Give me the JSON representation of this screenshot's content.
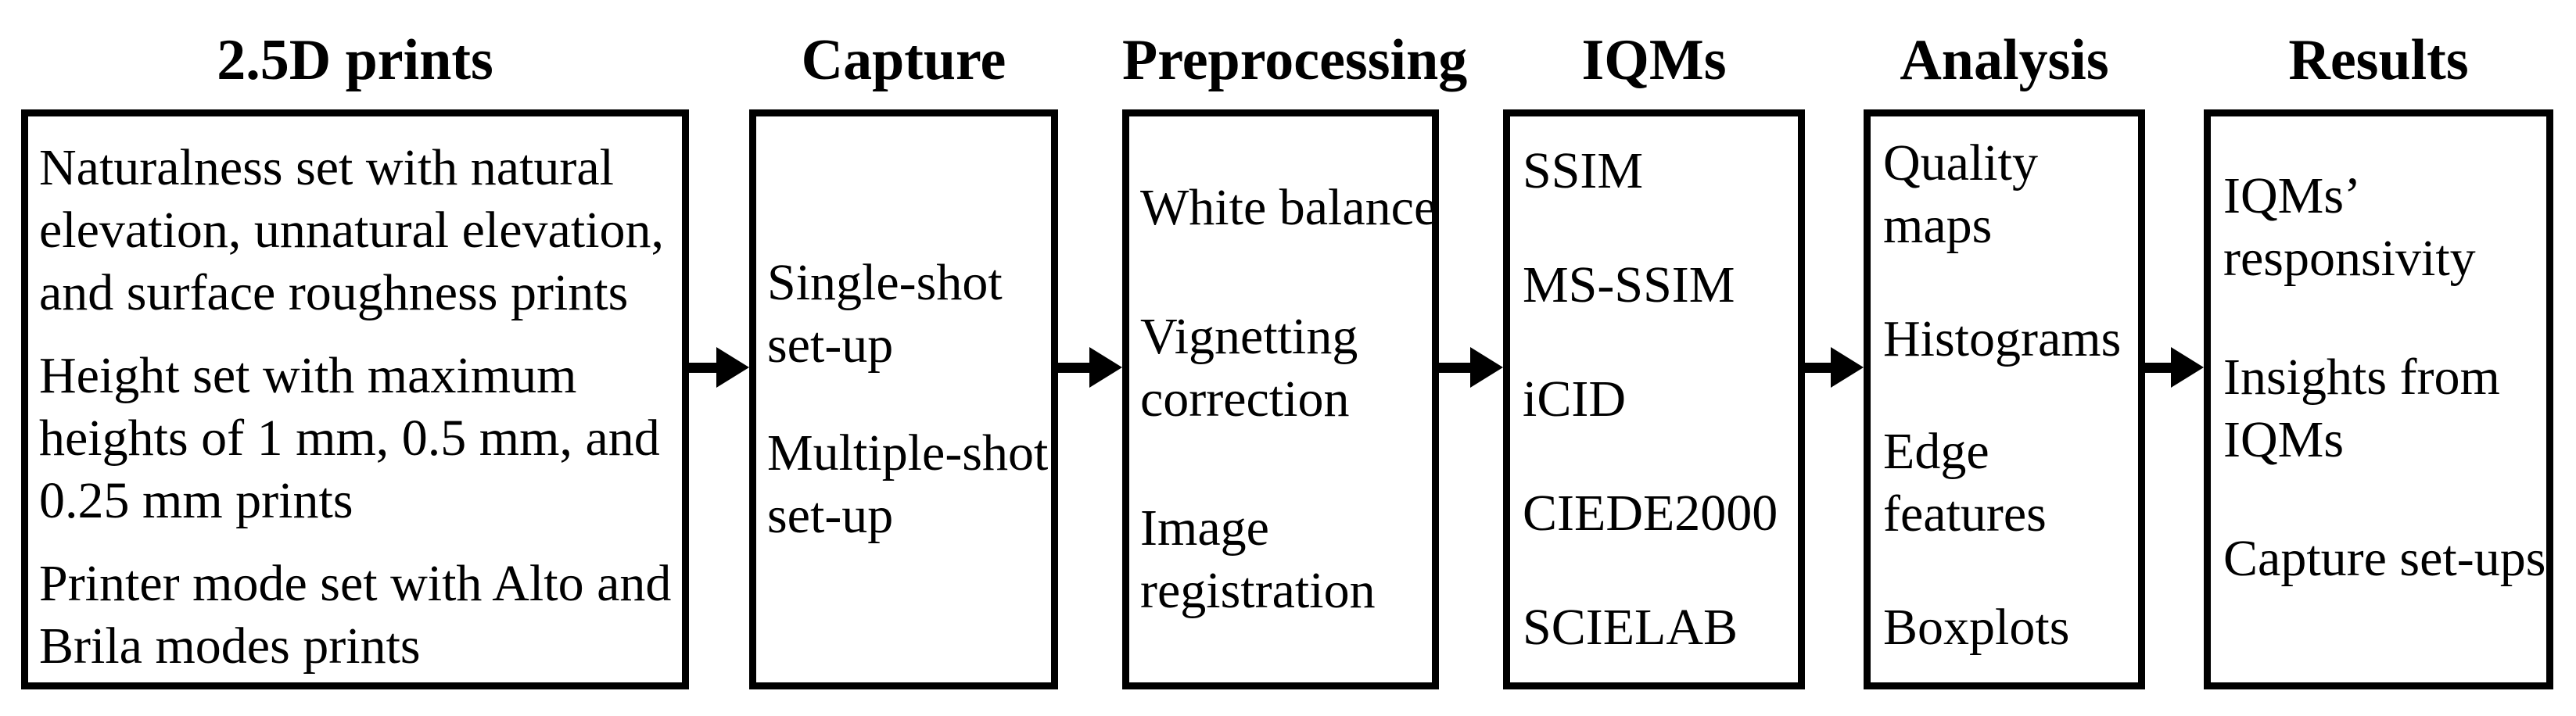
{
  "colors": {
    "ink": "#000000",
    "background": "#ffffff"
  },
  "stages": [
    {
      "title": "2.5D prints",
      "paragraphs": [
        {
          "lines": [
            "Naturalness set with natural",
            "elevation, unnatural elevation,",
            "and surface roughness prints"
          ]
        },
        {
          "lines": [
            "Height set with maximum",
            "heights of 1 mm, 0.5 mm, and",
            "0.25 mm prints"
          ]
        },
        {
          "lines": [
            "Printer mode set with Alto and",
            "Brila modes prints"
          ]
        }
      ]
    },
    {
      "title": "Capture",
      "paragraphs": [
        {
          "lines": [
            "Single-shot",
            "set-up"
          ]
        },
        {
          "lines": [
            "Multiple-shot",
            "set-up"
          ]
        }
      ]
    },
    {
      "title": "Preprocessing",
      "paragraphs": [
        {
          "lines": [
            "White balance"
          ]
        },
        {
          "lines": [
            "Vignetting",
            "correction"
          ]
        },
        {
          "lines": [
            "Image",
            "registration"
          ]
        }
      ]
    },
    {
      "title": "IQMs",
      "paragraphs": [
        {
          "lines": [
            "SSIM"
          ]
        },
        {
          "lines": [
            "MS-SSIM"
          ]
        },
        {
          "lines": [
            "iCID"
          ]
        },
        {
          "lines": [
            "CIEDE2000"
          ]
        },
        {
          "lines": [
            "SCIELAB"
          ]
        }
      ]
    },
    {
      "title": "Analysis",
      "paragraphs": [
        {
          "lines": [
            "Quality",
            "maps"
          ]
        },
        {
          "lines": [
            "Histograms"
          ]
        },
        {
          "lines": [
            "Edge",
            "features"
          ]
        },
        {
          "lines": [
            "Boxplots"
          ]
        }
      ]
    },
    {
      "title": "Results",
      "paragraphs": [
        {
          "lines": [
            "IQMs’",
            "responsivity"
          ]
        },
        {
          "lines": [
            "Insights from",
            "IQMs"
          ]
        },
        {
          "lines": [
            "Capture set-ups"
          ]
        }
      ]
    }
  ],
  "arrows": [
    {
      "from": "2.5D prints",
      "to": "Capture"
    },
    {
      "from": "Capture",
      "to": "Preprocessing"
    },
    {
      "from": "Preprocessing",
      "to": "IQMs"
    },
    {
      "from": "IQMs",
      "to": "Analysis"
    },
    {
      "from": "Analysis",
      "to": "Results"
    }
  ]
}
